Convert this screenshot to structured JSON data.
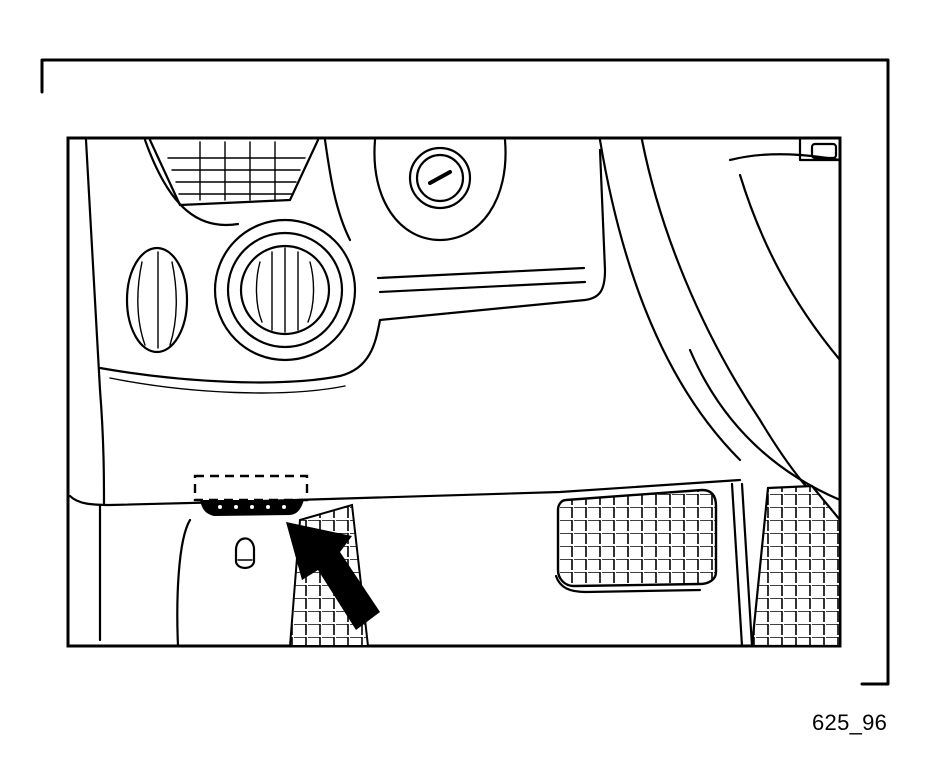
{
  "figure": {
    "reference_code": "625_96",
    "colors": {
      "line": "#000000",
      "background": "#ffffff"
    },
    "callout": {
      "type": "arrow",
      "points_to": "diagnostic-socket"
    }
  }
}
